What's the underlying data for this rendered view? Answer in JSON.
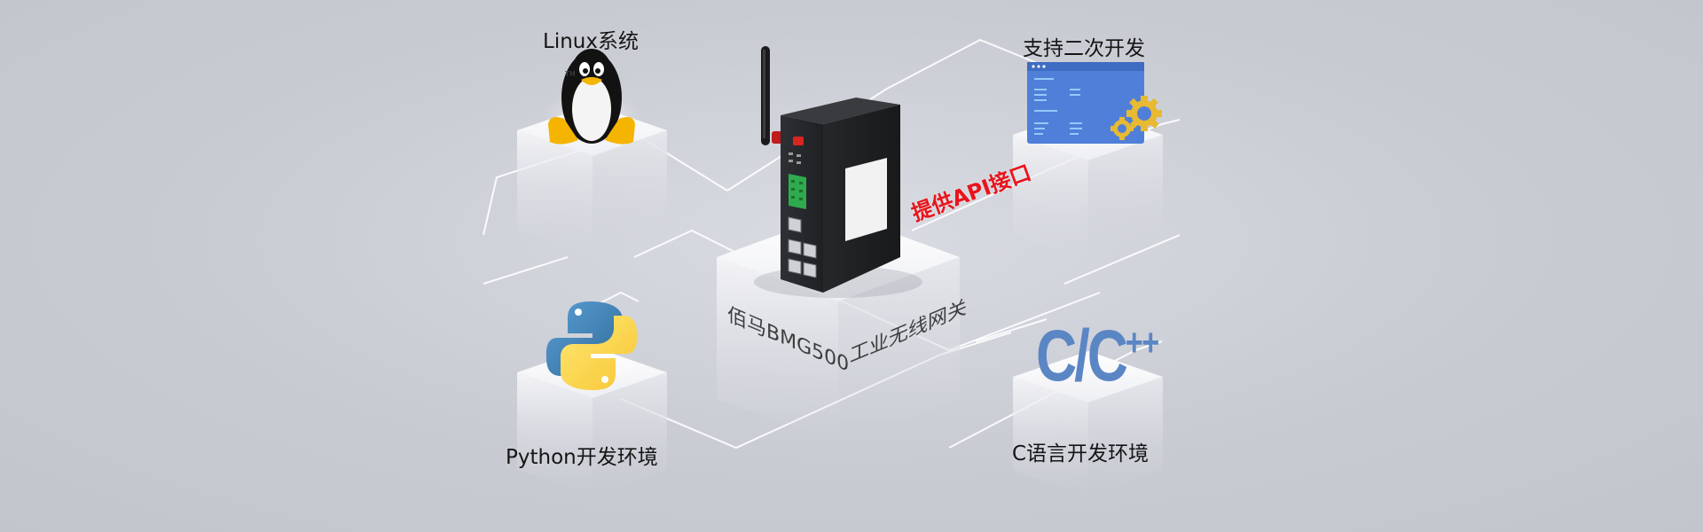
{
  "labels": {
    "linux": "Linux系统",
    "secondary_dev": "支持二次开发",
    "python": "Python开发环境",
    "c_lang": "C语言开发环境",
    "api": "提供API接口"
  },
  "center_cube": {
    "left_face": "佰马BMG500",
    "right_face": "工业无线网关"
  },
  "logos": {
    "cpp": "C/C",
    "cpp_suffix": "++"
  },
  "icons": {
    "linux": "tux-penguin-icon",
    "python": "python-logo-icon",
    "dev": "software-window-gears-icon",
    "device": "industrial-router-device"
  },
  "colors": {
    "background": "#c9cbd3",
    "api_red": "#e8141b",
    "cpp_blue": "#5a86c4",
    "screen_blue": "#4f7fd8"
  }
}
